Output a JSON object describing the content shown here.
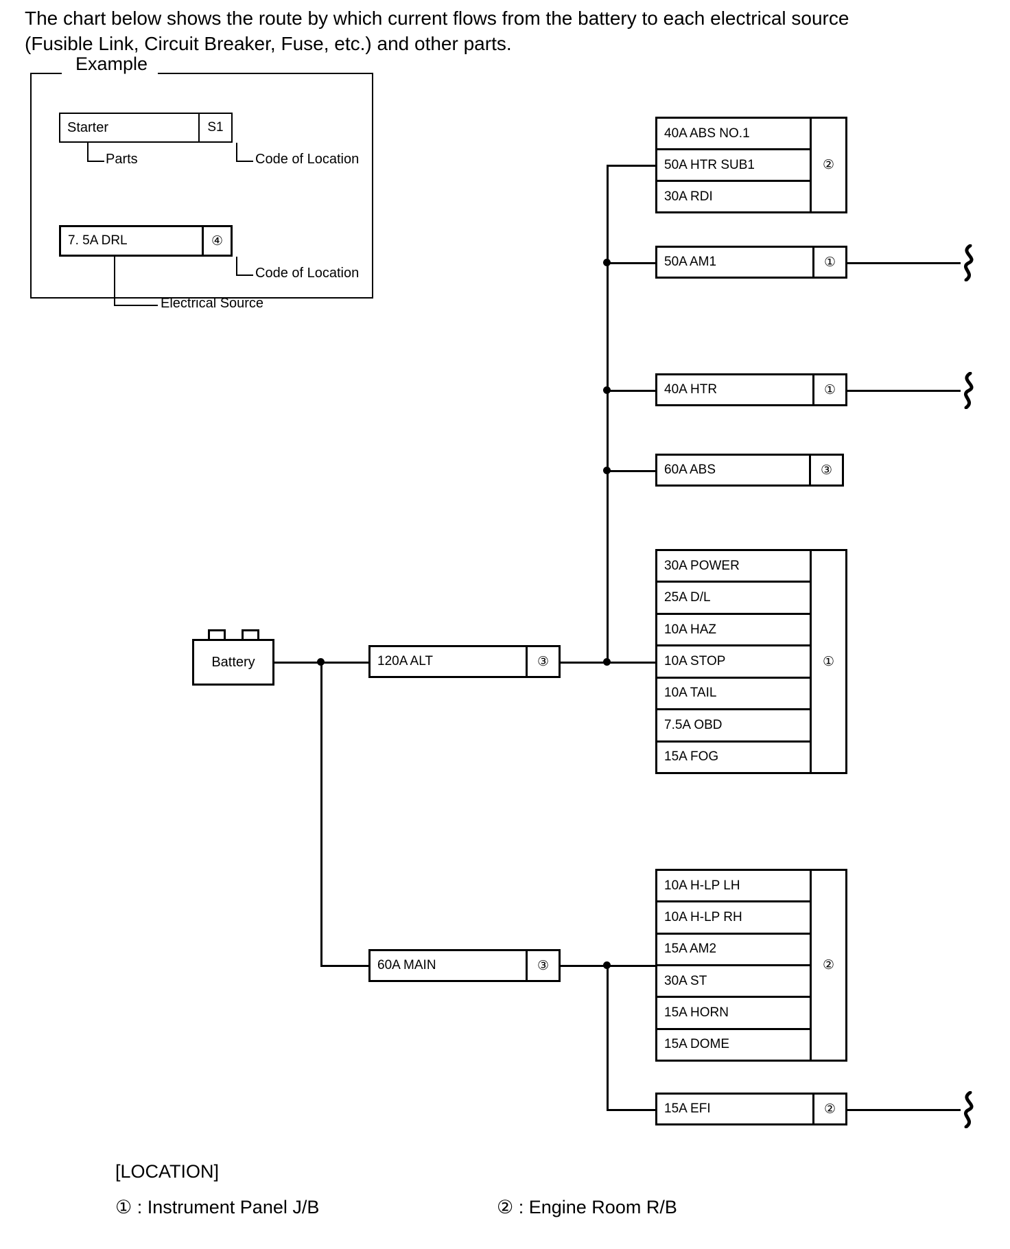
{
  "intro": {
    "line1": "The chart below shows the route by which current flows from the battery to each electrical source",
    "line2": "(Fusible Link, Circuit Breaker, Fuse, etc.) and other parts."
  },
  "example": {
    "legend": "Example",
    "part_box": {
      "name": "Starter",
      "code": "S1"
    },
    "part_callout_left": "Parts",
    "part_callout_right": "Code of Location",
    "source_box": {
      "name": "7. 5A DRL",
      "code": "④"
    },
    "source_callout_right": "Code of Location",
    "source_callout_left": "Electrical Source"
  },
  "battery": {
    "label": "Battery"
  },
  "links": {
    "alt": {
      "name": "120A ALT",
      "code": "③"
    },
    "main": {
      "name": "60A MAIN",
      "code": "③"
    }
  },
  "branches": {
    "am1": {
      "name": "50A AM1",
      "code": "①"
    },
    "htr": {
      "name": "40A HTR",
      "code": "①"
    },
    "abs": {
      "name": "60A ABS",
      "code": "③"
    },
    "efi": {
      "name": "15A EFI",
      "code": "②"
    }
  },
  "groups": {
    "engine_top": {
      "code": "②",
      "rows": [
        "40A ABS NO.1",
        "50A HTR SUB1",
        "30A RDI"
      ]
    },
    "instrument_panel": {
      "code": "①",
      "rows": [
        "30A POWER",
        "25A D/L",
        "10A HAZ",
        "10A STOP",
        "10A TAIL",
        "7.5A OBD",
        "15A FOG"
      ]
    },
    "engine_bottom": {
      "code": "②",
      "rows": [
        "10A H-LP LH",
        "10A H-LP RH",
        "15A AM2",
        "30A ST",
        "15A HORN",
        "15A DOME"
      ]
    }
  },
  "location": {
    "title": "[LOCATION]",
    "items": [
      {
        "code": "①",
        "text": ": Instrument Panel J/B"
      },
      {
        "code": "②",
        "text": ": Engine Room R/B"
      }
    ]
  }
}
